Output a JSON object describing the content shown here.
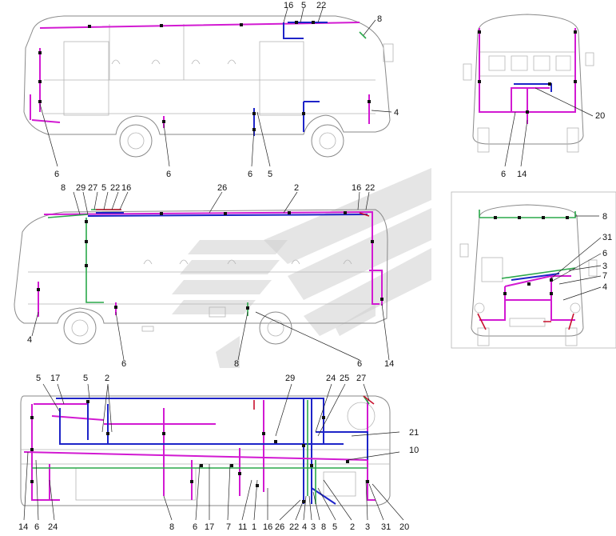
{
  "colors": {
    "harness_magenta": "#d21ad2",
    "harness_blue": "#1e24c8",
    "harness_green": "#2aa84a",
    "harness_red": "#c8102e",
    "outline": "#8a8a8a",
    "watermark": "#cfcfcf"
  },
  "views": {
    "side_right": {
      "callouts": [
        "16",
        "5",
        "22",
        "8",
        "4",
        "6",
        "6",
        "6",
        "5"
      ]
    },
    "rear": {
      "callouts": [
        "20",
        "6",
        "14"
      ]
    },
    "side_left": {
      "callouts": [
        "8",
        "29",
        "27",
        "5",
        "22",
        "16",
        "26",
        "2",
        "16",
        "22",
        "4",
        "6",
        "8",
        "6",
        "14"
      ]
    },
    "front": {
      "callouts": [
        "8",
        "31",
        "6",
        "3",
        "7",
        "4"
      ]
    },
    "plan": {
      "callouts_top": [
        "5",
        "17",
        "5",
        "2",
        "29",
        "24",
        "25",
        "27"
      ],
      "callouts_right": [
        "21",
        "10"
      ],
      "callouts_bottom": [
        "14",
        "6",
        "24",
        "8",
        "6",
        "17",
        "7",
        "11",
        "1",
        "16",
        "26",
        "22",
        "4",
        "3",
        "8",
        "5",
        "2",
        "3",
        "31",
        "20"
      ]
    }
  }
}
